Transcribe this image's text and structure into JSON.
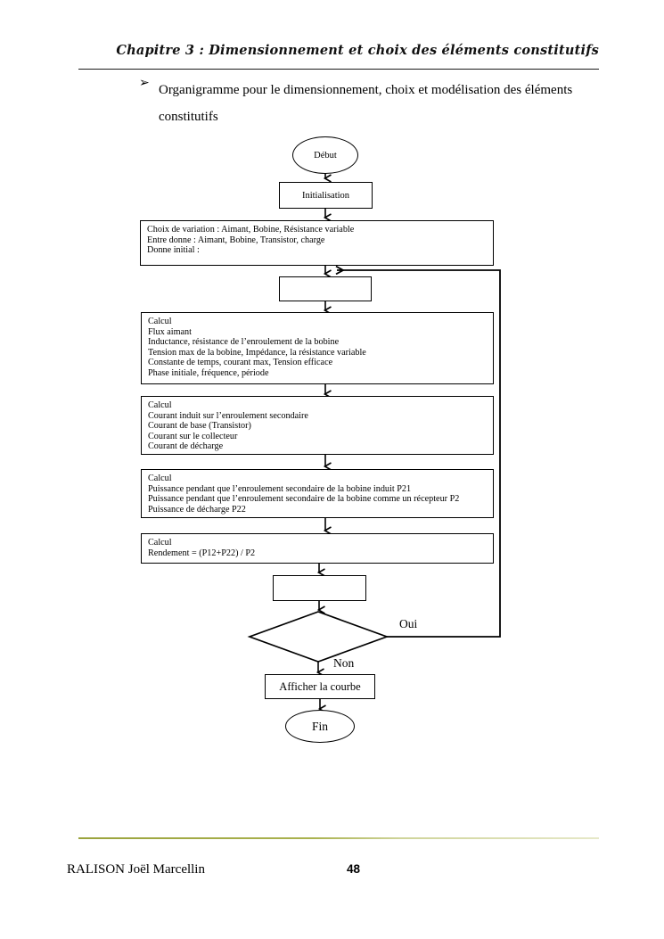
{
  "document": {
    "header_title": "Chapitre 3 : Dimensionnement et choix des éléments constitutifs",
    "bullet_glyph": "➢",
    "intro_text": "Organigramme pour le dimensionnement, choix et modélisation des éléments constitutifs"
  },
  "flowchart": {
    "nodes": {
      "start": {
        "label": "Début",
        "shape": "ellipse"
      },
      "initialisation": {
        "label": "Initialisation",
        "shape": "rectangle"
      },
      "choix": {
        "shape": "rectangle",
        "label": "Choix de variation : Aimant, Bobine, Résistance variable\nEntre donne : Aimant, Bobine, Transistor, charge\n Donne initial :"
      },
      "loop_box_1": {
        "label": "",
        "shape": "rectangle"
      },
      "calcul_1": {
        "shape": "rectangle",
        "label": "Calcul\nFlux aimant\nInductance, résistance de l’enroulement de la bobine\nTension max de la bobine, Impédance, la résistance variable\nConstante de temps, courant max, Tension efficace\n Phase initiale, fréquence, période"
      },
      "calcul_2": {
        "shape": "rectangle",
        "label": "Calcul\nCourant induit sur l’enroulement secondaire\nCourant de base (Transistor)\n Courant sur le collecteur\nCourant de décharge"
      },
      "calcul_3": {
        "shape": "rectangle",
        "label": "Calcul\nPuissance pendant que l’enroulement secondaire  de la bobine induit P21\n Puissance pendant que l’enroulement secondaire  de la bobine comme un récepteur P2\n Puissance de décharge            P22"
      },
      "calcul_4": {
        "shape": "rectangle",
        "label": "Calcul\nRendement = (P12+P22) / P2"
      },
      "loop_box_2": {
        "label": "",
        "shape": "rectangle"
      },
      "decision": {
        "label": "",
        "shape": "diamond"
      },
      "afficher": {
        "label": "Afficher la courbe",
        "shape": "rectangle"
      },
      "end": {
        "label": "Fin",
        "shape": "ellipse"
      }
    },
    "edge_labels": {
      "yes": "Oui",
      "no": "Non"
    }
  },
  "footer": {
    "author": "RALISON Joël Marcellin",
    "page_number": "48"
  },
  "colors": {
    "stroke": "#000000",
    "page_background": "#ffffff",
    "header_rule": "#1a1a1a",
    "footer_rule": "#9aa33c"
  }
}
